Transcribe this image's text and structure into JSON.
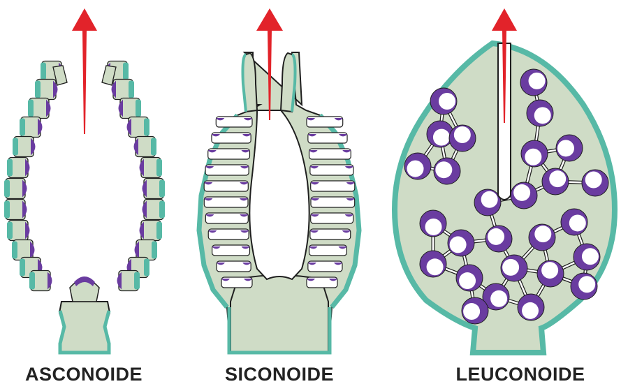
{
  "colors": {
    "body": "#cfdcc6",
    "pinacoderm": "#57b9a6",
    "choanocyte": "#6a3ca0",
    "arrow": "#e2232a",
    "outline": "#1f1f1f",
    "cavity": "#ffffff"
  },
  "types": [
    {
      "key": "asconoide",
      "label": "ASCONOIDE"
    },
    {
      "key": "siconoide",
      "label": "SICONOIDE"
    },
    {
      "key": "leuconoide",
      "label": "LEUCONOIDE"
    }
  ]
}
